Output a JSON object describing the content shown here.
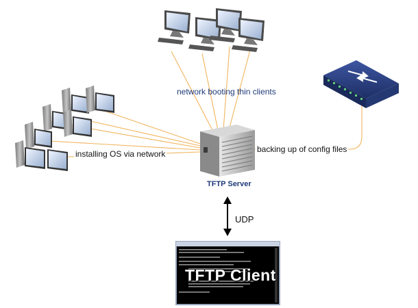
{
  "labels": {
    "thin_clients": "network booting thin clients",
    "installing": "installing OS via network",
    "backup": "backing up of config files",
    "server": "TFTP Server",
    "protocol": "UDP",
    "client": "TFTP Client"
  },
  "icons": {
    "server": "server-tower-icon",
    "switch": "network-switch-icon",
    "workstation": "desktop-computer-icon",
    "terminal": "terminal-window-icon"
  },
  "colors": {
    "link_line": "#f2b45c",
    "label_blue": "#1f3a7a",
    "switch_body": "#2a3b6e",
    "terminal_bg": "#000000"
  }
}
